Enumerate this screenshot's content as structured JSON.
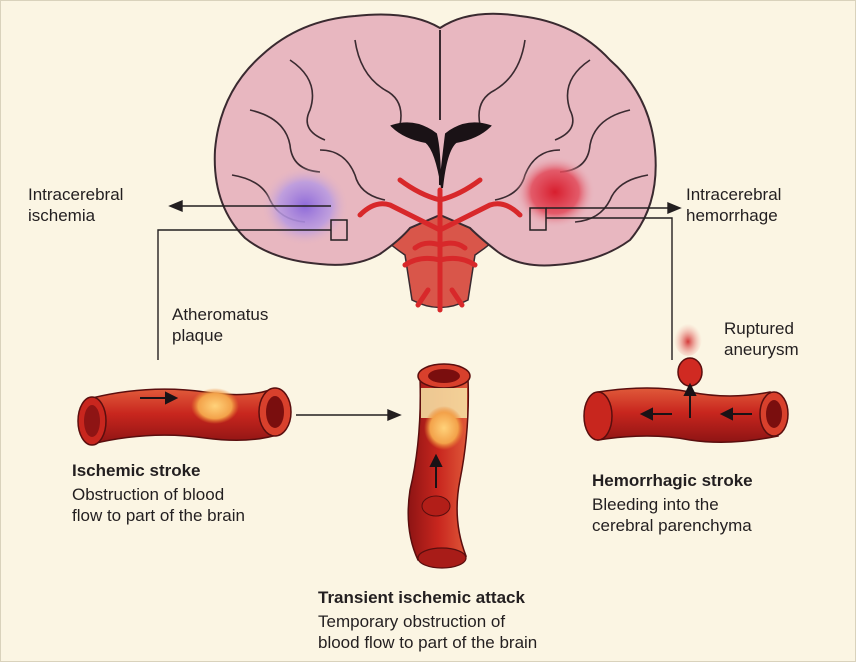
{
  "labels": {
    "left_label": "Intracerebral\nischemia",
    "right_label": "Intracerebral\nhemorrhage",
    "plaque_label": "Atheromatus\nplaque",
    "aneurysm_label": "Ruptured\naneurysm"
  },
  "panels": {
    "ischemic": {
      "title": "Ischemic stroke",
      "description": "Obstruction of blood\nflow to part of the brain"
    },
    "tia": {
      "title": "Transient ischemic attack",
      "description": "Temporary obstruction of\nblood flow to part of the brain"
    },
    "hemorrhagic": {
      "title": "Hemorrhagic stroke",
      "description": "Bleeding into the\ncerebral parenchyma"
    }
  },
  "colors": {
    "background": "#fbf5e3",
    "brain": "#e8b7c0",
    "brain_outline": "#3a2a30",
    "vessel": "#c8261e",
    "ischemia": "#9c7bd6",
    "hemorrhage": "#d8283a",
    "plaque": "#f6b14a"
  },
  "icons": [
    "arrow-left-icon",
    "arrow-right-icon",
    "blood-flow-arrow-icon"
  ]
}
